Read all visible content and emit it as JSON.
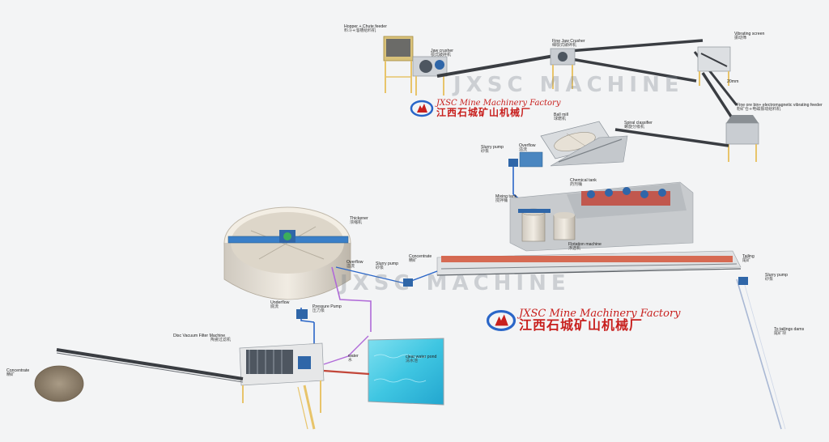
{
  "watermark": "JXSC MACHINE",
  "brand": {
    "en": "JXSC Mine Machinery Factory",
    "cn": "江西石城矿山机械厂"
  },
  "labels": {
    "hopper": {
      "en": "Hopper + Chute feeder",
      "cn": "料斗+溜槽给料机"
    },
    "jaw_crusher": {
      "en": "Jaw crusher",
      "cn": "颚式破碎机"
    },
    "fine_jaw_crusher": {
      "en": "Fine Jaw Crusher",
      "cn": "细颚式破碎机"
    },
    "vibrating_screen": {
      "en": "Vibrating screen",
      "cn": "振动筛"
    },
    "screen_size": {
      "en": "20mm",
      "cn": ""
    },
    "fine_ore_bin": {
      "en": "Fine ore bin+ electromagnetic vibrating feeder",
      "cn": "粉矿仓+电磁振动给料机"
    },
    "ball_mill": {
      "en": "Ball mill",
      "cn": "球磨机"
    },
    "spiral_classifier": {
      "en": "Spiral classifier",
      "cn": "螺旋分级机"
    },
    "slurry_pump_top": {
      "en": "Slurry pump",
      "cn": "砂泵"
    },
    "overflow_top": {
      "en": "Overflow",
      "cn": "溢流"
    },
    "chemical_tank": {
      "en": "Chemical tank",
      "cn": "药剂桶"
    },
    "mixing_tank": {
      "en": "Mixing tank",
      "cn": "搅拌桶"
    },
    "flotation": {
      "en": "Flotation machine",
      "cn": "浮选机"
    },
    "thickener": {
      "en": "Thickener",
      "cn": "浓缩机"
    },
    "overflow_mid": {
      "en": "Overflow",
      "cn": "溢流"
    },
    "slurry_pump_mid": {
      "en": "Slurry pump",
      "cn": "砂泵"
    },
    "concentrate_mid": {
      "en": "Concentrate",
      "cn": "精矿"
    },
    "tailing": {
      "en": "Tailing",
      "cn": "尾矿"
    },
    "slurry_pump_right": {
      "en": "Slurry pump",
      "cn": "砂泵"
    },
    "underflow": {
      "en": "Underflow",
      "cn": "底流"
    },
    "pressure_pump": {
      "en": "Pressure Pump",
      "cn": "压力泵"
    },
    "disc_filter": {
      "en": "Disc Vacuum Filter Machine",
      "cn": "陶瓷过滤机"
    },
    "concentrate_pile": {
      "en": "Concentrate",
      "cn": "精矿"
    },
    "water": {
      "en": "water",
      "cn": "水"
    },
    "clear_pond": {
      "en": "clear water pond",
      "cn": "清水池"
    },
    "tailings_dams": {
      "en": "To tailings dams",
      "cn": "尾矿坝"
    }
  },
  "colors": {
    "belt": "#3a3d42",
    "frame_yellow": "#e8c46a",
    "tank_blue": "#2f66a8",
    "pond_water": "#3fc6e2",
    "pipe_blue": "#2a66c8",
    "pipe_purple": "#b06ad8",
    "flotation_red": "#d4553a",
    "brand_red": "#c8201e"
  }
}
